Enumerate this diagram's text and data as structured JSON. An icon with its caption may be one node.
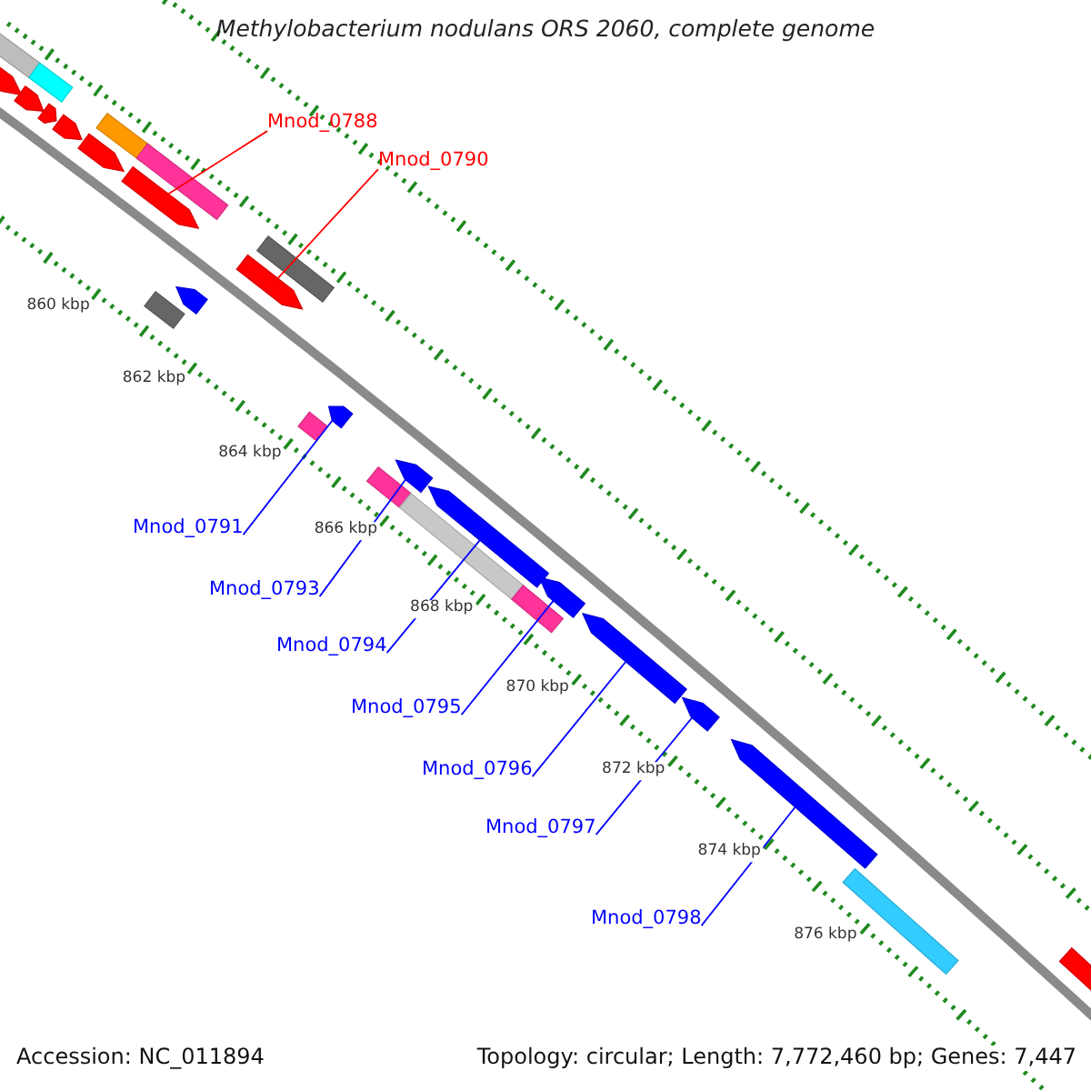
{
  "diagram": {
    "title": "Methylobacterium nodulans ORS 2060, complete genome",
    "nodes": [
      {
        "text": [
          "Mnod_0788"
        ]
      },
      {
        "text": [
          "Mnod_0790"
        ]
      },
      {
        "text": [
          "Mnod_0791"
        ]
      },
      {
        "text": [
          "Mnod_0793"
        ]
      },
      {
        "text": [
          "Mnod_0794"
        ]
      },
      {
        "text": [
          "Mnod_0795"
        ]
      },
      {
        "text": [
          "Mnod_0796"
        ]
      },
      {
        "text": [
          "Mnod_0797"
        ]
      },
      {
        "text": [
          "Mnod_0798"
        ]
      },
      {
        "text": [],
        "shape": "arrow"
      },
      {
        "text": [],
        "shape": "arrow"
      },
      {
        "text": [],
        "shape": "arrow"
      },
      {
        "text": [],
        "shape": "arrow"
      },
      {
        "text": [],
        "shape": "arrow"
      },
      {
        "text": [],
        "shape": "arrow"
      },
      {
        "text": [],
        "shape": "arrow"
      },
      {
        "text": [],
        "shape": "arrow"
      },
      {
        "text": [],
        "shape": "arrow"
      }
    ],
    "edges": [
      {
        "from": 0,
        "to": 9,
        "arrow": "none",
        "color": "#ff0000"
      },
      {
        "from": 1,
        "to": 10,
        "arrow": "none",
        "color": "#ff0000"
      },
      {
        "from": 2,
        "to": 11,
        "arrow": "none"
      },
      {
        "from": 3,
        "to": 12,
        "arrow": "none"
      },
      {
        "from": 4,
        "to": 13,
        "arrow": "none"
      },
      {
        "from": 5,
        "to": 14,
        "arrow": "none"
      },
      {
        "from": 6,
        "to": 15,
        "arrow": "none"
      },
      {
        "from": 7,
        "to": 16,
        "arrow": "none"
      },
      {
        "from": 8,
        "to": 17,
        "arrow": "none"
      }
    ],
    "labels": [
      "860 kbp",
      "862 kbp",
      "864 kbp",
      "866 kbp",
      "868 kbp",
      "870 kbp",
      "872 kbp",
      "874 kbp",
      "876 kbp",
      "Accession: NC_011894",
      "Topology: circular; Length: 7,772,460 bp; Genes: 7,447"
    ]
  }
}
